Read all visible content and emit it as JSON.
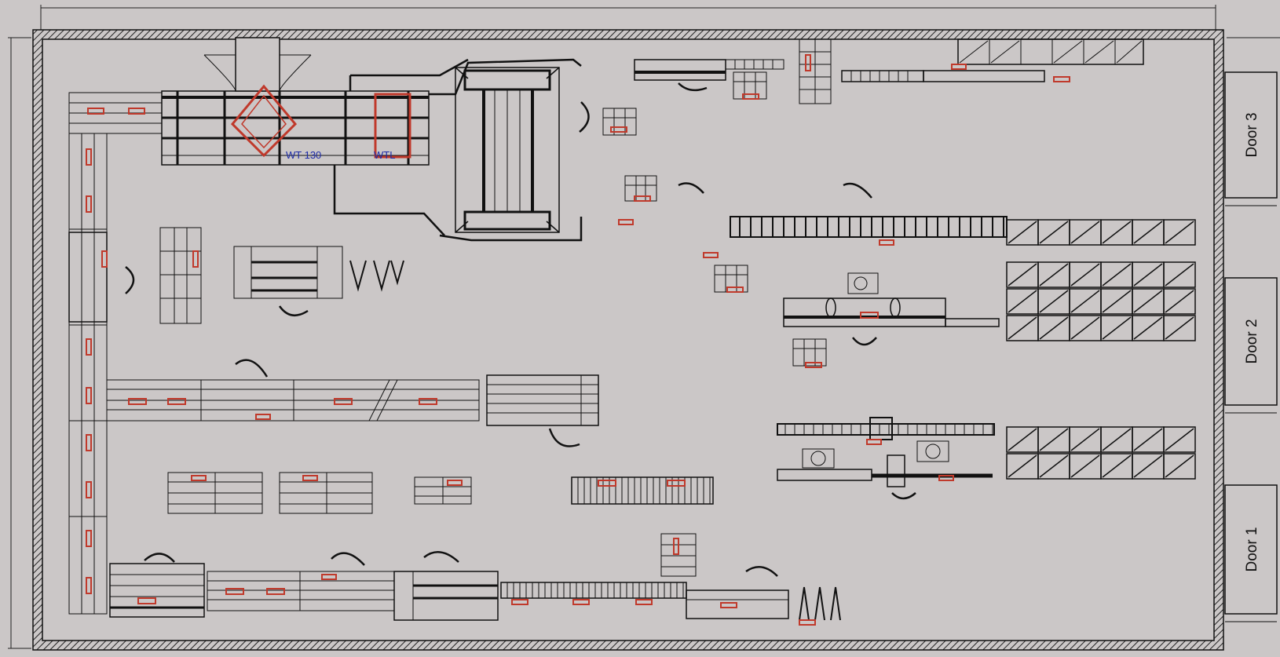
{
  "diagram": {
    "background": "#cbc7c7",
    "line_color": "#111111",
    "marker_color": "#c0392b",
    "accent_text_color": "#1c2ba8",
    "machine_labels": [
      {
        "id": "wt130",
        "text": "WT 130"
      },
      {
        "id": "wtl",
        "text": "WTL"
      }
    ],
    "doors": [
      {
        "id": "door-3",
        "label": "Door 3"
      },
      {
        "id": "door-2",
        "label": "Door 2"
      },
      {
        "id": "door-1",
        "label": "Door 1"
      }
    ]
  }
}
